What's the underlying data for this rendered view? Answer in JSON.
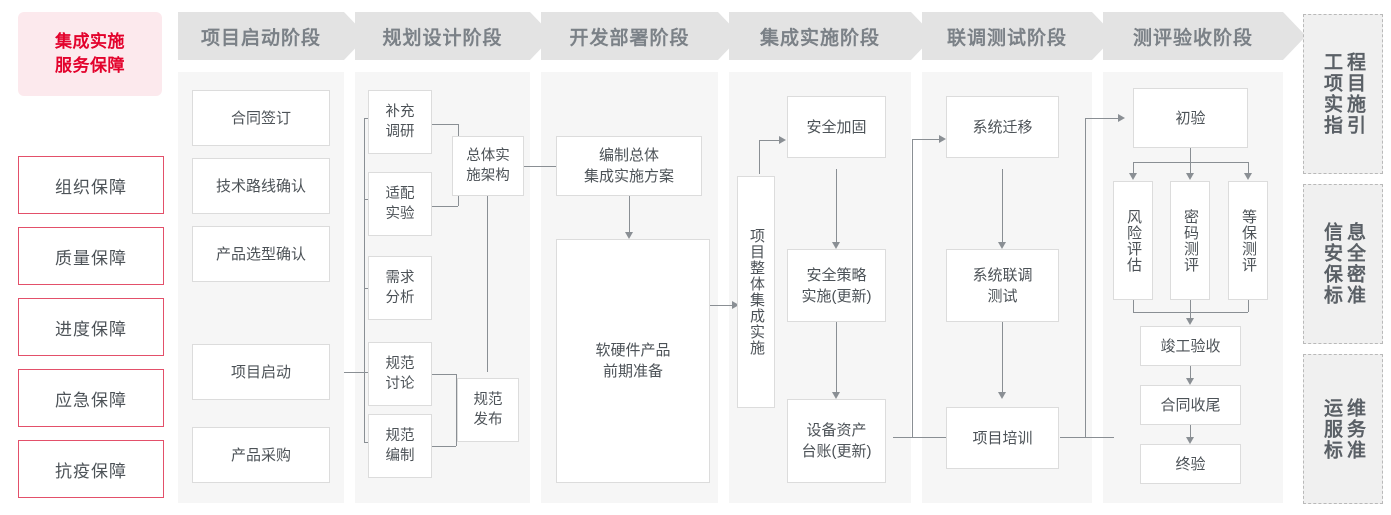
{
  "colors": {
    "brand_red": "#e3022c",
    "brand_pink_bg": "#fce9ed",
    "stage_header_bg": "#e3e3e3",
    "stage_panel_bg": "#f6f6f6",
    "node_text": "#4c5257",
    "connector": "#8a8f94"
  },
  "guarantee": {
    "title": "集成实施\n服务保障",
    "title_line1": "集成实施",
    "title_line2": "服务保障",
    "items": [
      {
        "label": "组织保障"
      },
      {
        "label": "质量保障"
      },
      {
        "label": "进度保障"
      },
      {
        "label": "应急保障"
      },
      {
        "label": "抗疫保障"
      }
    ]
  },
  "stages": [
    {
      "id": "startup",
      "header": "项目启动阶段",
      "nodes": [
        {
          "id": "contract",
          "label": "合同签订"
        },
        {
          "id": "techroute",
          "label": "技术路线确认"
        },
        {
          "id": "product",
          "label": "产品选型确认"
        },
        {
          "id": "kickoff",
          "label": "项目启动"
        },
        {
          "id": "purchase",
          "label": "产品采购"
        }
      ]
    },
    {
      "id": "planning",
      "header": "规划设计阶段",
      "nodes": [
        {
          "id": "survey",
          "label": "补充\n调研",
          "l1": "补充",
          "l2": "调研"
        },
        {
          "id": "adapt",
          "label": "适配\n实验",
          "l1": "适配",
          "l2": "实验"
        },
        {
          "id": "demand",
          "label": "需求\n分析",
          "l1": "需求",
          "l2": "分析"
        },
        {
          "id": "specdisc",
          "label": "规范\n讨论",
          "l1": "规范",
          "l2": "讨论"
        },
        {
          "id": "specmake",
          "label": "规范\n编制",
          "l1": "规范",
          "l2": "编制"
        },
        {
          "id": "arch",
          "label": "总体实\n施架构",
          "l1": "总体实",
          "l2": "施架构"
        },
        {
          "id": "specpub",
          "label": "规范\n发布",
          "l1": "规范",
          "l2": "发布"
        }
      ]
    },
    {
      "id": "deploy",
      "header": "开发部署阶段",
      "nodes": [
        {
          "id": "plan",
          "label": "编制总体\n集成实施方案",
          "l1": "编制总体",
          "l2": "集成实施方案"
        },
        {
          "id": "prep",
          "label": "软硬件产品\n前期准备",
          "l1": "软硬件产品",
          "l2": "前期准备"
        }
      ]
    },
    {
      "id": "integration",
      "header": "集成实施阶段",
      "nodes": [
        {
          "id": "overall",
          "label": "项目整体集成实施"
        },
        {
          "id": "harden",
          "label": "安全加固"
        },
        {
          "id": "policy",
          "label": "安全策略\n实施(更新)",
          "l1": "安全策略",
          "l2": "实施(更新)"
        },
        {
          "id": "asset",
          "label": "设备资产\n台账(更新)",
          "l1": "设备资产",
          "l2": "台账(更新)"
        }
      ]
    },
    {
      "id": "jointtest",
      "header": "联调测试阶段",
      "nodes": [
        {
          "id": "migrate",
          "label": "系统迁移"
        },
        {
          "id": "jointest",
          "label": "系统联调\n测试",
          "l1": "系统联调",
          "l2": "测试"
        },
        {
          "id": "training",
          "label": "项目培训"
        }
      ]
    },
    {
      "id": "acceptance",
      "header": "测评验收阶段",
      "nodes": [
        {
          "id": "initacc",
          "label": "初验"
        },
        {
          "id": "risk",
          "label": "风险评估"
        },
        {
          "id": "crypto",
          "label": "密码测评"
        },
        {
          "id": "mlps",
          "label": "等保测评"
        },
        {
          "id": "final",
          "label": "竣工验收"
        },
        {
          "id": "closeout",
          "label": "合同收尾"
        },
        {
          "id": "endacc",
          "label": "终验"
        }
      ]
    }
  ],
  "standards": [
    {
      "id": "eng-guide",
      "text": "工程项目实施指引",
      "col_left": "工项实指",
      "col_right": "程目施引"
    },
    {
      "id": "infosec",
      "text": "信息安全保密标准",
      "col_left": "信安保标",
      "col_right": "息全密准"
    },
    {
      "id": "opsvc",
      "text": "运维服务标准",
      "col_left": "运服标",
      "col_right": "维务准"
    }
  ]
}
